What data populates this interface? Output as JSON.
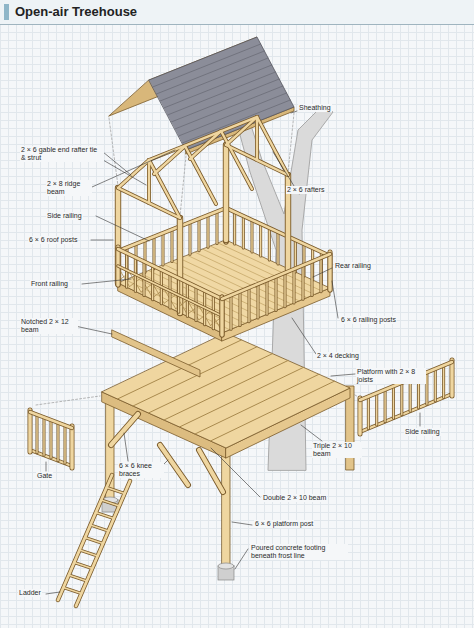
{
  "diagram": {
    "title": "Open-air Treehouse",
    "labels": [
      "Sheathing",
      "2 × 6 gable end rafter tie & strut",
      "2 × 8 ridge beam",
      "2 × 6 rafters",
      "Side railing",
      "6 × 6 roof posts",
      "Front railing",
      "Rear railing",
      "6 × 6 railing posts",
      "Notched 2 × 12 beam",
      "2 × 4 decking",
      "Platform with 2 × 8 joists",
      "Side railing",
      "Triple 2 × 10 beam",
      "6 × 6 knee braces",
      "Double 2 × 10 beam",
      "Gate",
      "6 × 6 platform post",
      "Poured concrete footing beneath frost line",
      "Ladder"
    ]
  }
}
